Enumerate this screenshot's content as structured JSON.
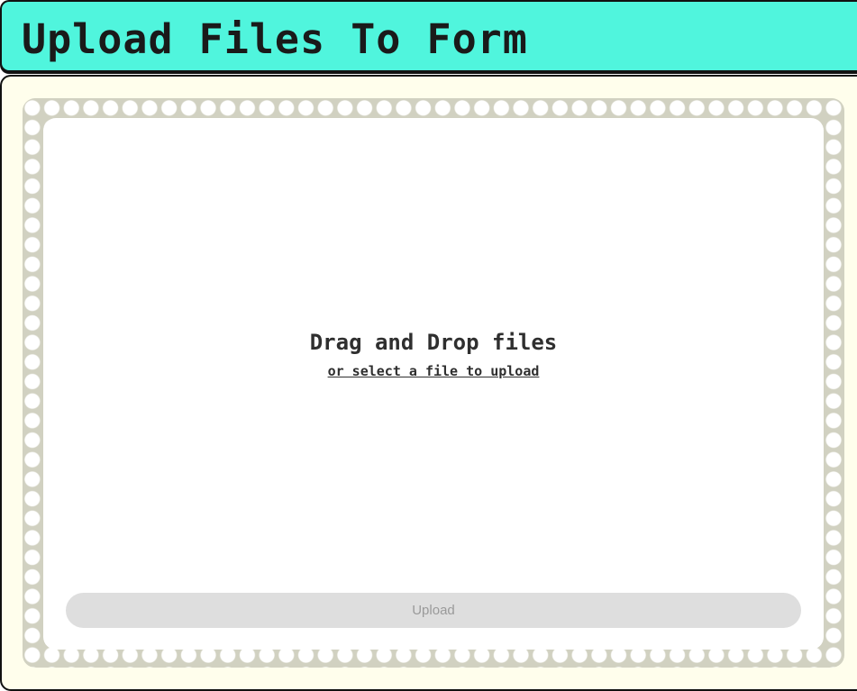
{
  "header": {
    "title": "Upload Files To Form",
    "background_color": "#50f5dd"
  },
  "panel": {
    "background_color": "#fffeec"
  },
  "dropzone": {
    "title": "Drag and Drop files",
    "select_link": "or select a file to upload",
    "border_pattern": "dotted-circles",
    "upload_button": {
      "label": "Upload",
      "state": "disabled"
    }
  }
}
